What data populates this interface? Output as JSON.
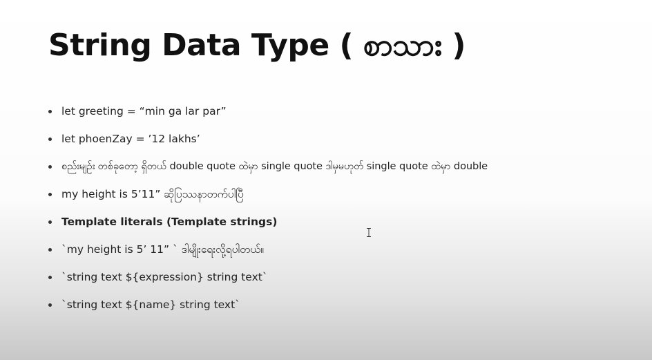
{
  "slide": {
    "title": "String Data Type ( စာသား )",
    "bullets": [
      "let greeting = “min ga lar par”",
      "let phoenZay = ’12 lakhs’",
      "စည်းမျဉ်း တစ်ခုတော့ ရှိတယ် double quote ထဲမှာ single quote ဒါမှမဟုတ် single quote ထဲမှာ double",
      "my height is 5’11” ဆိုပြဿနာတက်ပါပြီ",
      "Template literals (Template strings)",
      "`my height is 5’ 11” ` ဒါမျိုးရေးလို့ရပါတယ်။",
      "`string text ${expression} string text`",
      "`string text ${name} string text`"
    ]
  },
  "pointer": {
    "icon": "text-cursor-icon"
  }
}
